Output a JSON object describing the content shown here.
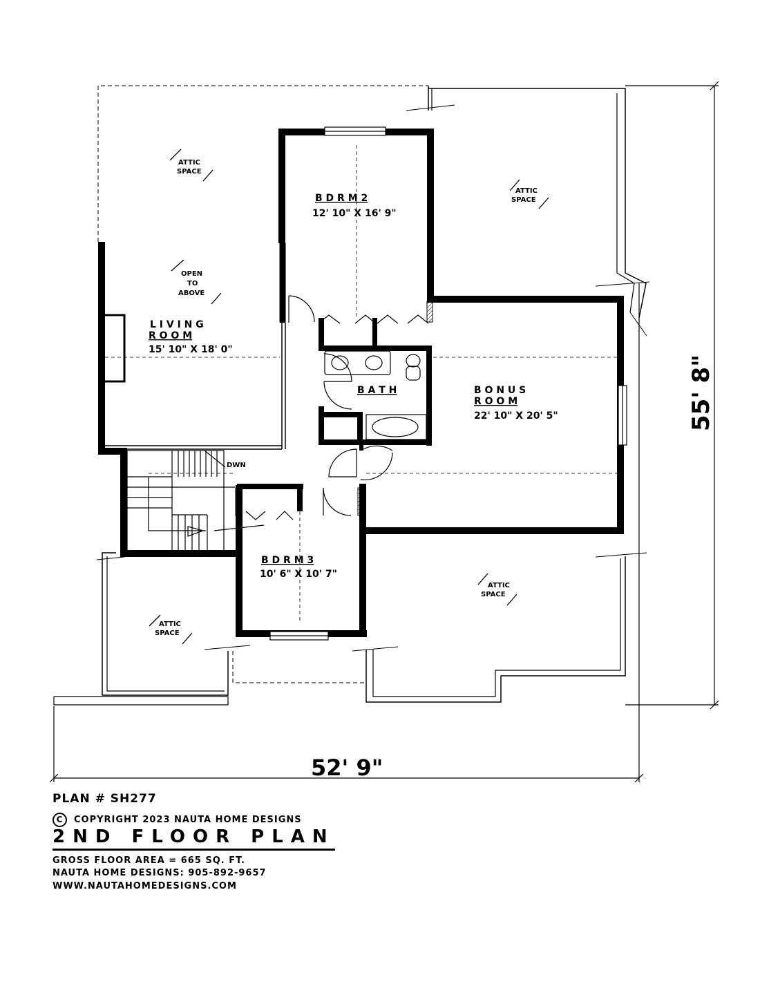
{
  "rooms": {
    "bdrm2": {
      "name": "B D R M   2",
      "size": "12' 10\" X 16' 9\""
    },
    "living": {
      "name_line1": "L I V I N G",
      "name_line2": "R O O M",
      "size": "15' 10\" X 18' 0\""
    },
    "bath": {
      "name": "B A T H"
    },
    "bonus": {
      "name_line1": "B O N U S",
      "name_line2": "R O O M",
      "size": "22' 10\" X 20' 5\""
    },
    "bdrm3": {
      "name": "B D R M   3",
      "size": "10' 6\" X 10' 7\""
    }
  },
  "annotations": {
    "attic_line1": "ATTIC",
    "attic_line2": "SPACE",
    "open_line1": "OPEN",
    "open_line2": "TO",
    "open_line3": "ABOVE",
    "stair_down": "DWN"
  },
  "dimensions": {
    "depth": "55' 8\"",
    "width": "52' 9\""
  },
  "footer": {
    "plan_number": "PLAN # SH277",
    "copyright_symbol": "C",
    "copyright": "COPYRIGHT 2023 NAUTA HOME DESIGNS",
    "title": "2ND FLOOR PLAN",
    "gross_area": "GROSS  FLOOR AREA  =  665  SQ. FT.",
    "phone": "NAUTA HOME DESIGNS:  905-892-9657",
    "website": "WWW.NAUTAHOMEDESIGNS.COM"
  }
}
